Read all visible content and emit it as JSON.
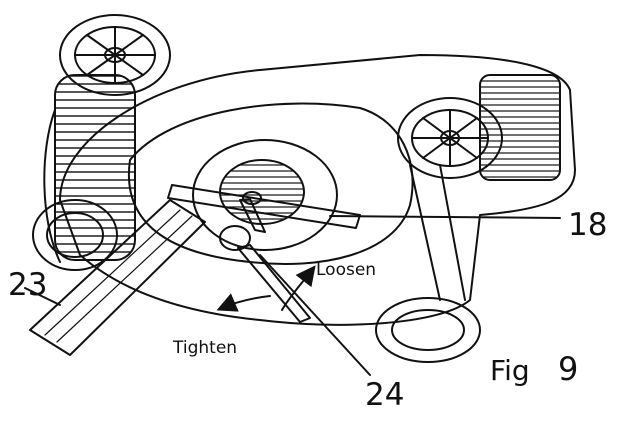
{
  "figure": {
    "caption_prefix": "Fig",
    "caption_number": "9"
  },
  "callouts": {
    "c18": "18",
    "c23": "23",
    "c24": "24"
  },
  "directions": {
    "loosen": "Loosen",
    "tighten": "Tighten"
  },
  "colors": {
    "line": "#111111",
    "background": "#ffffff"
  }
}
